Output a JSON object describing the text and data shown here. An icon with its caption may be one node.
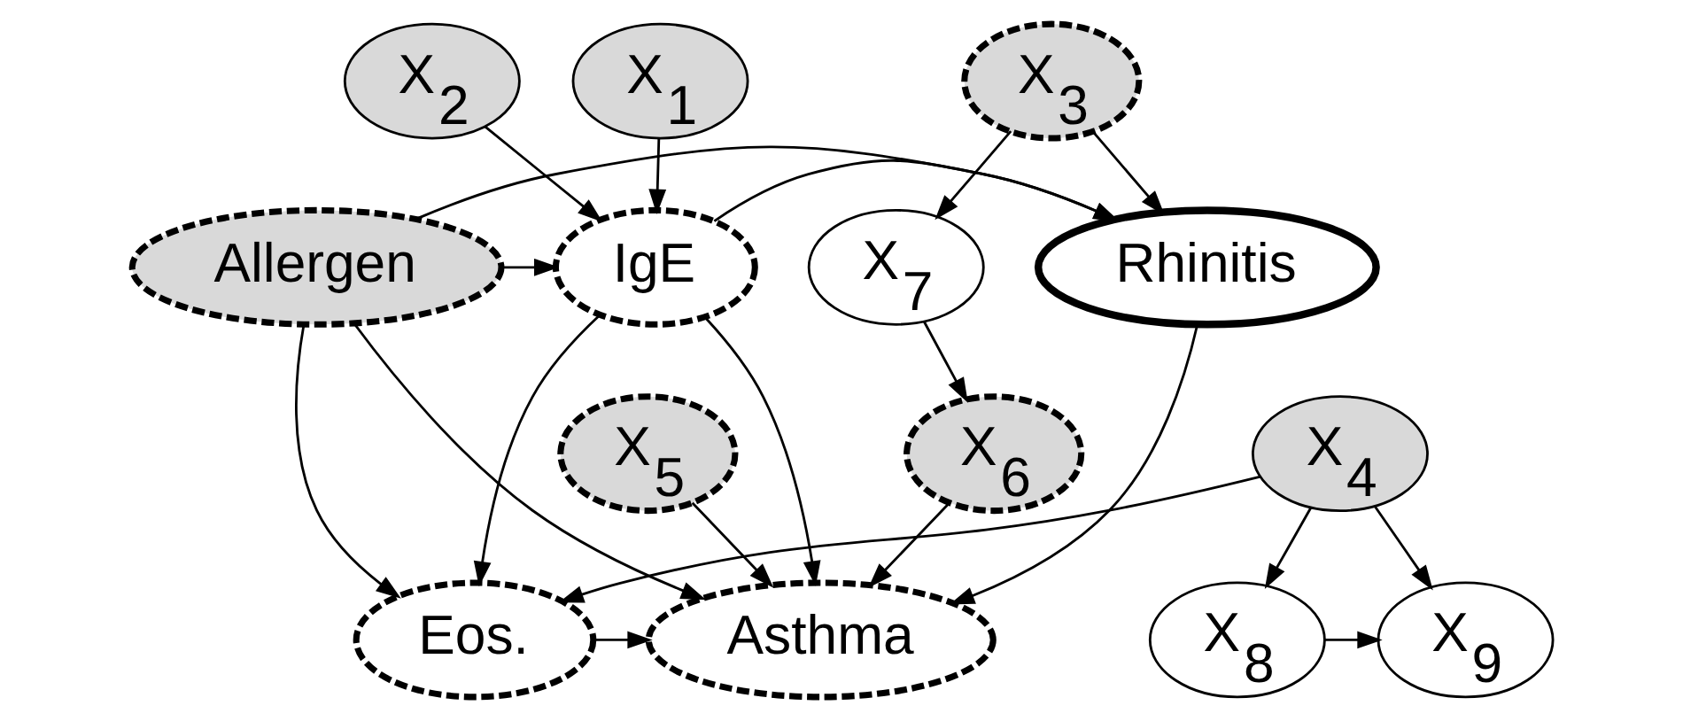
{
  "diagram": {
    "nodes": [
      {
        "text": [
          "X$_{1}$"
        ]
      },
      {
        "text": [
          "X$_{2}$"
        ]
      },
      {
        "text": [
          "X$_{3}$"
        ]
      },
      {
        "text": [
          "Allergen"
        ]
      },
      {
        "text": [
          "IgE"
        ]
      },
      {
        "text": [
          "Rhinitis"
        ]
      },
      {
        "text": [
          "X$_{7}$"
        ]
      },
      {
        "text": [
          "X$_{4}$"
        ]
      },
      {
        "text": [
          "X$_{5}$"
        ]
      },
      {
        "text": [
          "X$_{6}$"
        ]
      },
      {
        "text": [
          "X$_{8}$"
        ]
      },
      {
        "text": [
          "X$_{9}$"
        ]
      },
      {
        "text": [
          "Eos."
        ]
      },
      {
        "text": [
          "Asthma"
        ]
      }
    ],
    "edges": [
      {
        "from": 0,
        "to": 4,
        "arrow": "to"
      },
      {
        "from": 1,
        "to": 4,
        "arrow": "to"
      },
      {
        "from": 2,
        "to": 5,
        "arrow": "to"
      },
      {
        "from": 2,
        "to": 6,
        "arrow": "to"
      },
      {
        "from": 3,
        "to": 5,
        "arrow": "to"
      },
      {
        "from": 3,
        "to": 4,
        "arrow": "to"
      },
      {
        "from": 4,
        "to": 5,
        "arrow": "to"
      },
      {
        "from": 6,
        "to": 9,
        "arrow": "to"
      },
      {
        "from": 3,
        "to": 13,
        "arrow": "to"
      },
      {
        "from": 3,
        "to": 12,
        "arrow": "to"
      },
      {
        "from": 4,
        "to": 12,
        "arrow": "to"
      },
      {
        "from": 4,
        "to": 13,
        "arrow": "to"
      },
      {
        "from": 7,
        "to": 10,
        "arrow": "to"
      },
      {
        "from": 7,
        "to": 11,
        "arrow": "to"
      },
      {
        "from": 7,
        "to": 12,
        "arrow": "to"
      },
      {
        "from": 5,
        "to": 13,
        "arrow": "to"
      },
      {
        "from": 8,
        "to": 13,
        "arrow": "to"
      },
      {
        "from": 9,
        "to": 13,
        "arrow": "to"
      },
      {
        "from": 10,
        "to": 11,
        "arrow": "to"
      },
      {
        "from": 12,
        "to": 13,
        "arrow": "to"
      }
    ]
  }
}
